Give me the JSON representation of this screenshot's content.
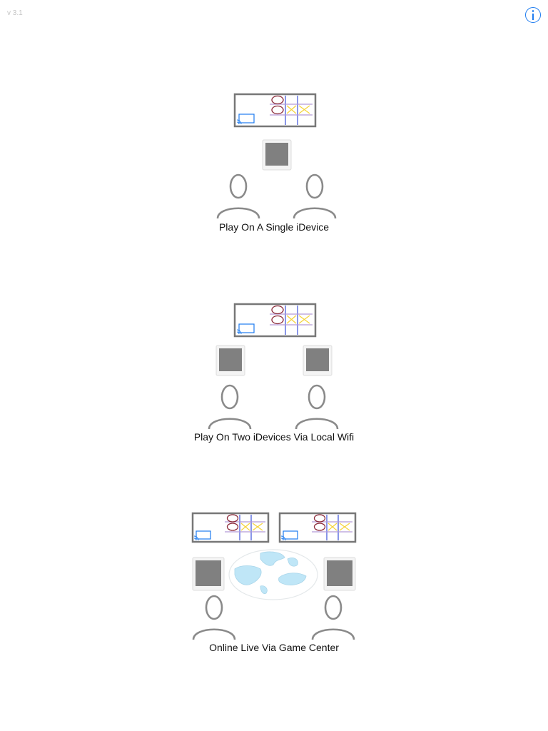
{
  "header": {
    "version": "v 3.1",
    "info_icon": "info-circle-icon"
  },
  "modes": [
    {
      "label": "Play On A Single iDevice"
    },
    {
      "label": "Play On Two iDevices Via Local Wifi"
    },
    {
      "label": "Online Live Via Game Center"
    }
  ],
  "colors": {
    "accent": "#1e7cf0",
    "tv_frame": "#777777",
    "ipad_screen": "#808080",
    "person": "#8a8a8a",
    "o_mark": "#8b2a3a",
    "x_mark": "#f5d33a",
    "grid_blue": "#3a4fd8",
    "grid_purple": "#b49ad6",
    "globe": "#bfe6f7"
  }
}
